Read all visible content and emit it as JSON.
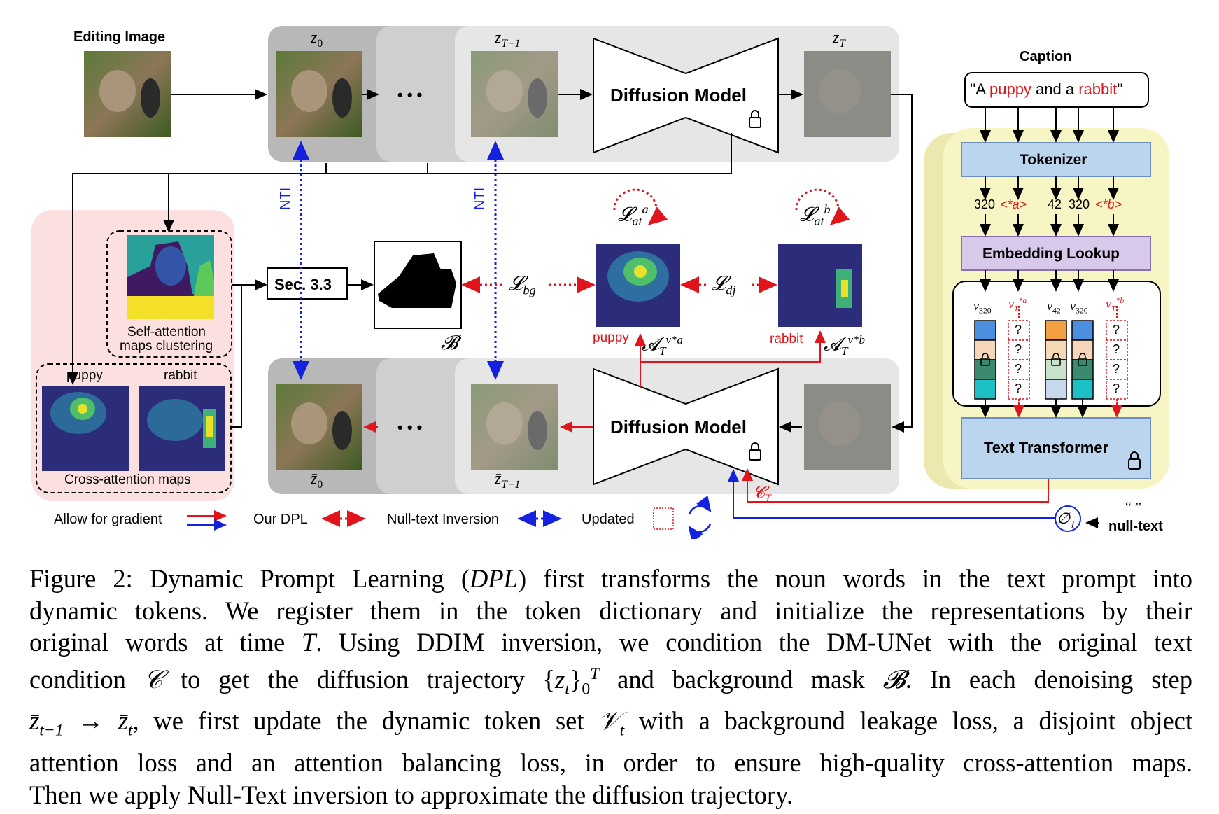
{
  "figure": {
    "editing_image_label": "Editing Image",
    "caption_label": "Caption",
    "caption_prompt": {
      "open": "''A ",
      "word1": "puppy",
      "mid": " and a ",
      "word2": "rabbit",
      "close": "''"
    },
    "tokenizer_label": "Tokenizer",
    "embedding_label": "Embedding Lookup",
    "text_transformer_label": "Text Transformer",
    "token_ids": {
      "t1": "320",
      "t2": "<*a>",
      "t3": "42",
      "t4": "320",
      "t5": "<*b>"
    },
    "vector_labels": {
      "v1": "v",
      "v1sub": "320",
      "v2": "v",
      "v2sub": "T",
      "v2sup": "*a",
      "v3": "v",
      "v3sub": "42",
      "v4": "v",
      "v4sub": "320",
      "v5": "v",
      "v5sub": "T",
      "v5sup": "*b"
    },
    "question_mark": "?",
    "diffusion_model_label": "Diffusion Model",
    "ellipsis": "• • •",
    "z_labels": {
      "z0": "z",
      "z0sub": "0",
      "zT1": "z",
      "zT1sub": "T−1",
      "zT": "z",
      "zTsub": "T",
      "zbar0": "z̄",
      "zbar0sub": "0",
      "zbarT1": "z̄",
      "zbarT1sub": "T−1"
    },
    "nti_label": "NTI",
    "sec_label": "Sec. 3.3",
    "mask_symbol": "𝓑",
    "self_attention_label_1": "Self-attention",
    "self_attention_label_2": "maps clustering",
    "cross_attention_label": "Cross-attention maps",
    "cross_map_words": [
      "puppy",
      "rabbit"
    ],
    "attn_words": {
      "a": "puppy",
      "b": "rabbit"
    },
    "loss_labels": {
      "L": "𝓛",
      "bg": "bg",
      "dj": "dj",
      "at": "at",
      "a": "a",
      "b": "b"
    },
    "A_label": {
      "A": "𝓐",
      "sub": "T",
      "supa": "v*a",
      "supb": "v*b",
      "vsub": "T"
    },
    "cond_label": {
      "C": "𝓒",
      "sub": "T"
    },
    "null_symbol": {
      "phi": "∅",
      "sub": "T"
    },
    "null_text_quotes": "“      ”",
    "null_text_label": "null-text",
    "legend": {
      "gradient": "Allow for gradient",
      "dpl": "Our DPL",
      "nti": "Null-text Inversion",
      "updated": "Updated"
    },
    "colors": {
      "red": "#e0141a",
      "blue": "#1422e0",
      "tokenizer_fill": "#bcd5ee",
      "embedding_fill": "#d8c8ea",
      "transformer_fill": "#bcd5ee",
      "yellow_panel": "#f8f5c4",
      "pink_panel": "#fbe0df"
    }
  },
  "caption": {
    "lines": [
      [
        "Figure 2: Dynamic Prompt Learning (",
        "DPL",
        ") first transforms the noun words in the text prompt into"
      ],
      [
        "dynamic tokens. We register them in the token dictionary and initialize the representations by their"
      ],
      [
        "original words at time ",
        "T",
        ". Using DDIM inversion, we condition the DM-UNet with the original text"
      ],
      [
        "condition ",
        "𝒞",
        " to get the diffusion trajectory {",
        "z",
        "t",
        "}",
        "0",
        "T",
        " and background mask ",
        "𝓑",
        ". In each denoising step"
      ],
      [
        "z̄",
        "t−1",
        " → ",
        "z̄",
        "t",
        ", we first update the dynamic token set ",
        "𝒱",
        "t",
        " with a background leakage loss, a disjoint object"
      ],
      [
        "attention loss and an attention balancing loss, in order to ensure high-quality cross-attention maps."
      ],
      [
        "Then we apply Null-Text inversion to approximate the diffusion trajectory."
      ]
    ]
  }
}
